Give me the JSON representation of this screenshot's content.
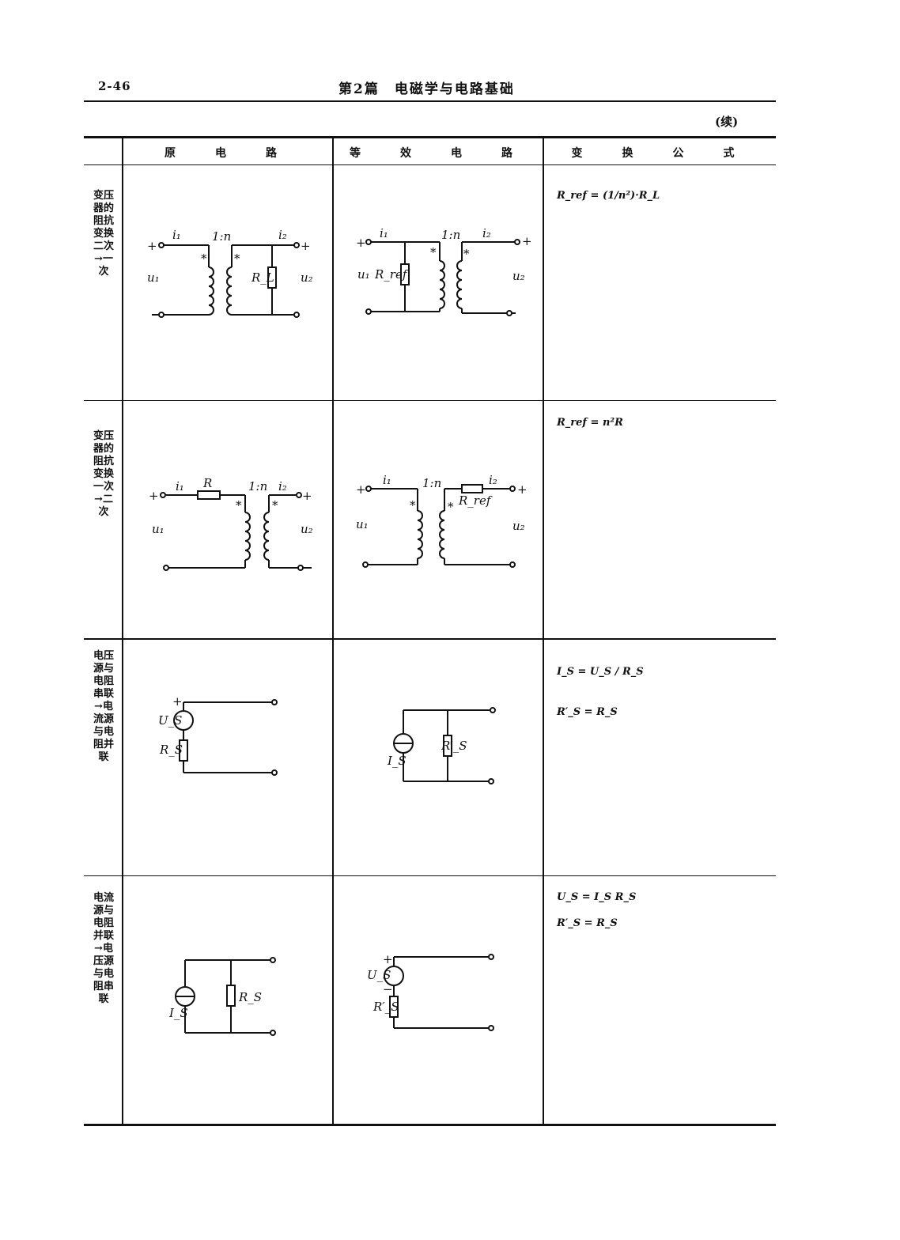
{
  "page": {
    "number": "2-46",
    "header": "第2篇　电磁学与电路基础",
    "continued": "(续)"
  },
  "table": {
    "headers": [
      "原　电　路",
      "等　效　电　路",
      "变　换　公　式"
    ],
    "rows": [
      {
        "label": "变压器的阻抗变换二次→一次",
        "original_labels": {
          "i1": "i₁",
          "ratio": "1:n",
          "i2": "i₂",
          "plus_l": "+",
          "plus_r": "+",
          "u1": "u₁",
          "u2": "u₂",
          "load": "R_L"
        },
        "equivalent_labels": {
          "i1": "i₁",
          "ratio": "1:n",
          "i2": "i₂",
          "plus_l": "+",
          "plus_r": "+",
          "u1": "u₁",
          "u2": "u₂",
          "ref": "R_ref"
        },
        "formula": "R_ref = (1/n²)·R_L"
      },
      {
        "label": "变压器的阻抗变换一次→二次",
        "original_labels": {
          "i1": "i₁",
          "r": "R",
          "ratio": "1:n",
          "i2": "i₂",
          "plus_l": "+",
          "plus_r": "+",
          "u1": "u₁",
          "u2": "u₂"
        },
        "equivalent_labels": {
          "i1": "i₁",
          "ratio": "1:n",
          "i2": "i₂",
          "plus_l": "+",
          "plus_r": "+",
          "u1": "u₁",
          "u2": "u₂",
          "ref": "R_ref"
        },
        "formula": "R_ref = n²R"
      },
      {
        "label": "电压源与电阻串联→电流源与电阻并联",
        "original_labels": {
          "plus": "+",
          "us": "U_S",
          "rs": "R_S"
        },
        "equivalent_labels": {
          "is": "I_S",
          "rs2": "R′_S"
        },
        "formula_1": "I_S = U_S / R_S",
        "formula_2": "R′_S = R_S"
      },
      {
        "label": "电流源与电阻并联→电压源与电阻串联",
        "original_labels": {
          "is": "I_S",
          "rs": "R_S"
        },
        "equivalent_labels": {
          "plus": "+",
          "minus": "−",
          "us": "U_S",
          "rs2": "R′_S"
        },
        "formula_1": "U_S = I_S R_S",
        "formula_2": "R′_S = R_S"
      }
    ]
  }
}
